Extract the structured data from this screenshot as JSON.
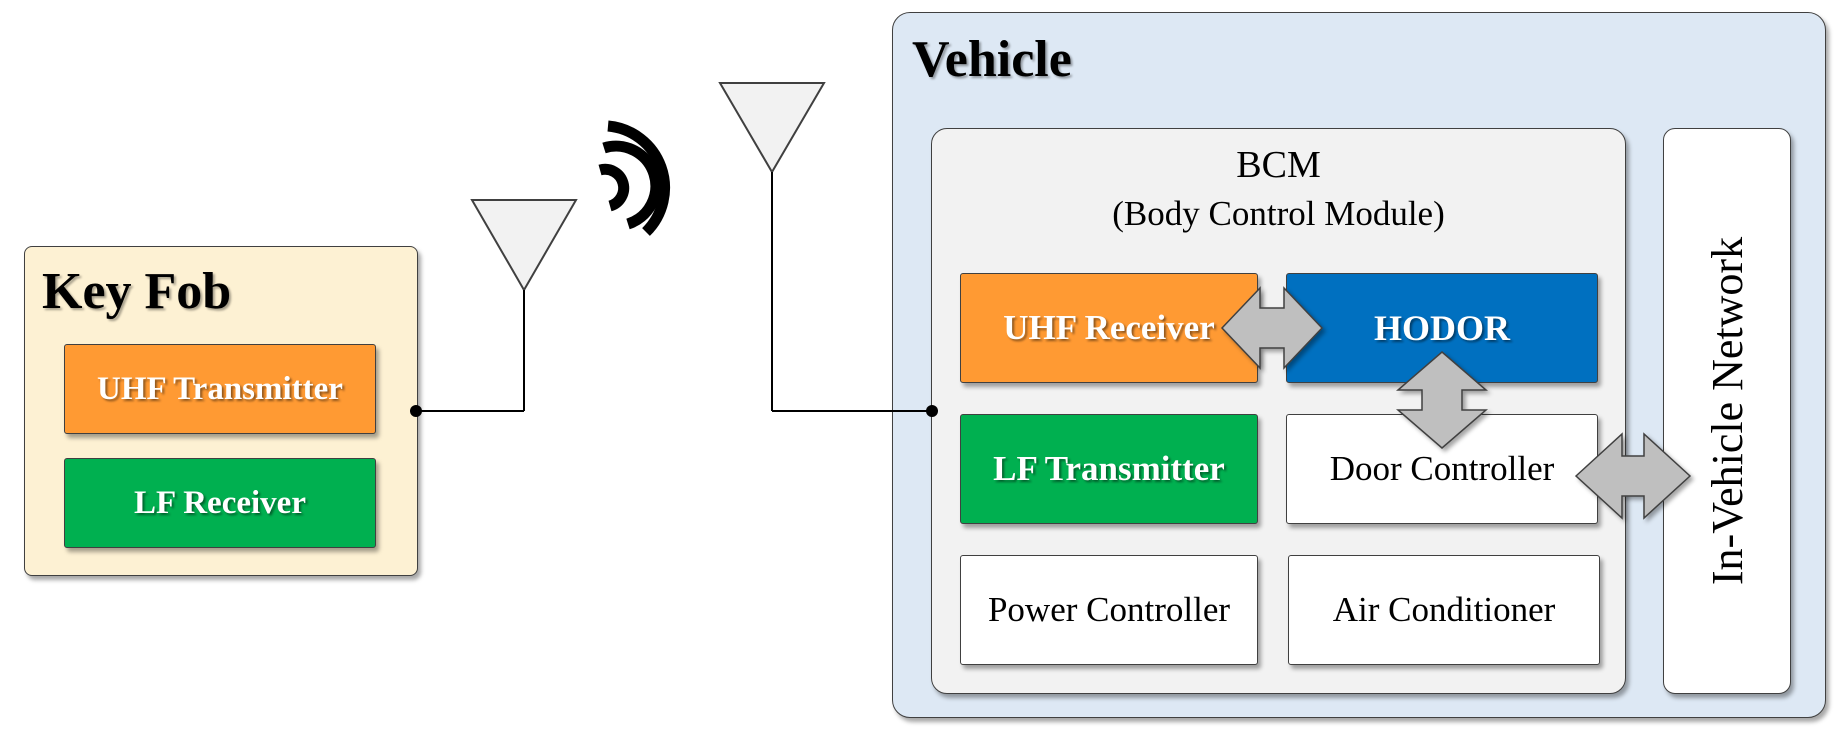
{
  "key_fob": {
    "title": "Key Fob",
    "uhf_transmitter": "UHF Transmitter",
    "lf_receiver": "LF Receiver"
  },
  "vehicle": {
    "title": "Vehicle",
    "bcm": {
      "title": "BCM",
      "subtitle": "(Body Control Module)",
      "uhf_receiver": "UHF Receiver",
      "hodor": "HODOR",
      "lf_transmitter": "LF Transmitter",
      "door_controller": "Door Controller",
      "power_controller": "Power Controller",
      "air_conditioner": "Air Conditioner"
    },
    "network": "In-Vehicle Network"
  },
  "colors": {
    "key_fob_bg": "#fdf1d3",
    "vehicle_bg": "#dde8f4",
    "bcm_bg": "#f2f2f2",
    "orange": "#ff9a33",
    "blue": "#0070c0",
    "green": "#00b050",
    "arrow": "#bfbfbf"
  }
}
